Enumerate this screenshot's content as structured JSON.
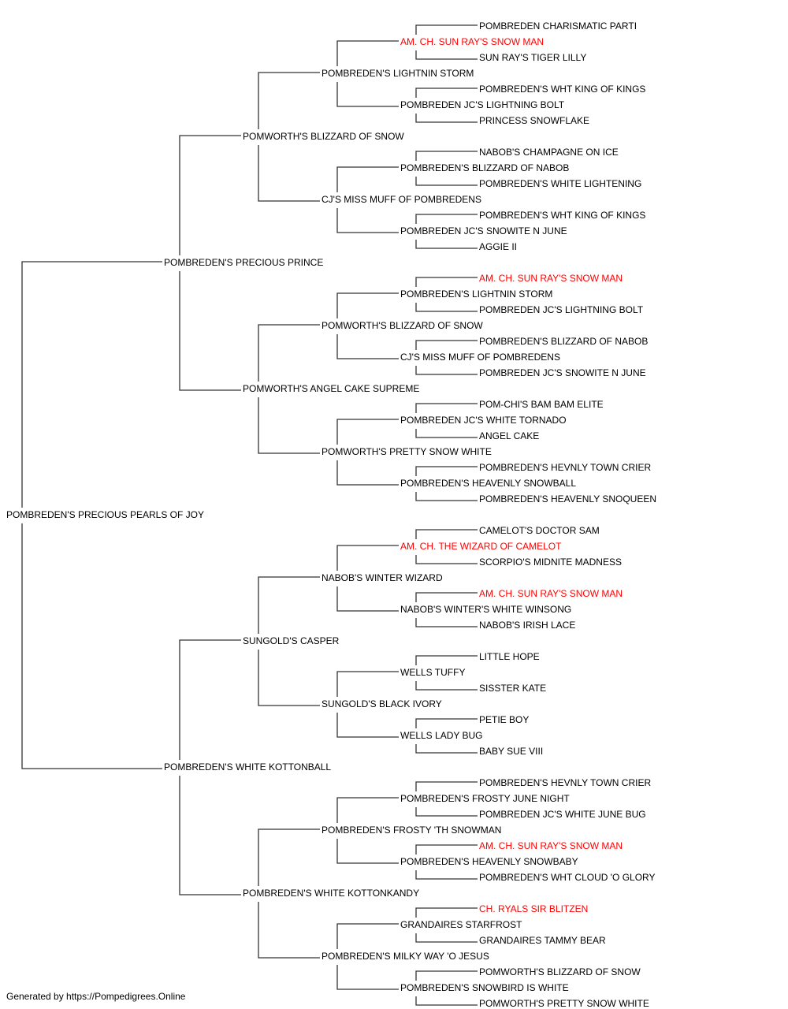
{
  "pedigree": {
    "root": "POMBREDEN'S PRECIOUS PEARLS OF JOY",
    "gen1": [
      "POMBREDEN'S PRECIOUS PRINCE",
      "POMBREDEN'S WHITE KOTTONBALL"
    ],
    "gen2": [
      "POMWORTH'S BLIZZARD OF SNOW",
      "POMWORTH'S ANGEL CAKE SUPREME",
      "SUNGOLD'S CASPER",
      "POMBREDEN'S WHITE KOTTONKANDY"
    ],
    "gen3": [
      "POMBREDEN'S LIGHTNIN STORM",
      "CJ'S MISS MUFF OF POMBREDENS",
      "POMWORTH'S BLIZZARD OF SNOW",
      "POMWORTH'S PRETTY SNOW WHITE",
      "NABOB'S WINTER WIZARD",
      "SUNGOLD'S BLACK IVORY",
      "POMBREDEN'S FROSTY 'TH SNOWMAN",
      "POMBREDEN'S MILKY WAY 'O JESUS"
    ],
    "gen4": [
      {
        "name": "AM. CH. SUN RAY'S SNOW MAN",
        "champion": true
      },
      {
        "name": "POMBREDEN JC'S LIGHTNING BOLT",
        "champion": false
      },
      {
        "name": "POMBREDEN'S BLIZZARD OF NABOB",
        "champion": false
      },
      {
        "name": "POMBREDEN JC'S SNOWITE N JUNE",
        "champion": false
      },
      {
        "name": "POMBREDEN'S LIGHTNIN STORM",
        "champion": false
      },
      {
        "name": "CJ'S MISS MUFF OF POMBREDENS",
        "champion": false
      },
      {
        "name": "POMBREDEN JC'S WHITE TORNADO",
        "champion": false
      },
      {
        "name": "POMBREDEN'S HEAVENLY SNOWBALL",
        "champion": false
      },
      {
        "name": "AM. CH. THE WIZARD OF CAMELOT",
        "champion": true
      },
      {
        "name": "NABOB'S WINTER'S WHITE WINSONG",
        "champion": false
      },
      {
        "name": "WELLS TUFFY",
        "champion": false
      },
      {
        "name": "WELLS LADY BUG",
        "champion": false
      },
      {
        "name": "POMBREDEN'S FROSTY JUNE NIGHT",
        "champion": false
      },
      {
        "name": "POMBREDEN'S HEAVENLY SNOWBABY",
        "champion": false
      },
      {
        "name": "GRANDAIRES STARFROST",
        "champion": false
      },
      {
        "name": "POMBREDEN'S SNOWBIRD IS WHITE",
        "champion": false
      }
    ],
    "gen5": [
      {
        "name": "POMBREDEN CHARISMATIC PARTI",
        "champion": false
      },
      {
        "name": "SUN RAY'S TIGER LILLY",
        "champion": false
      },
      {
        "name": "POMBREDEN'S WHT KING OF KINGS",
        "champion": false
      },
      {
        "name": "PRINCESS SNOWFLAKE",
        "champion": false
      },
      {
        "name": "NABOB'S CHAMPAGNE ON ICE",
        "champion": false
      },
      {
        "name": "POMBREDEN'S WHITE LIGHTENING",
        "champion": false
      },
      {
        "name": "POMBREDEN'S WHT KING OF KINGS",
        "champion": false
      },
      {
        "name": "AGGIE II",
        "champion": false
      },
      {
        "name": "AM. CH. SUN RAY'S SNOW MAN",
        "champion": true
      },
      {
        "name": "POMBREDEN JC'S LIGHTNING BOLT",
        "champion": false
      },
      {
        "name": "POMBREDEN'S BLIZZARD OF NABOB",
        "champion": false
      },
      {
        "name": "POMBREDEN JC'S SNOWITE N JUNE",
        "champion": false
      },
      {
        "name": "POM-CHI'S BAM BAM ELITE",
        "champion": false
      },
      {
        "name": "ANGEL CAKE",
        "champion": false
      },
      {
        "name": "POMBREDEN'S HEVNLY TOWN CRIER",
        "champion": false
      },
      {
        "name": "POMBREDEN'S HEAVENLY SNOQUEEN",
        "champion": false
      },
      {
        "name": "CAMELOT'S DOCTOR SAM",
        "champion": false
      },
      {
        "name": "SCORPIO'S MIDNITE MADNESS",
        "champion": false
      },
      {
        "name": "AM. CH. SUN RAY'S SNOW MAN",
        "champion": true
      },
      {
        "name": "NABOB'S IRISH LACE",
        "champion": false
      },
      {
        "name": "LITTLE HOPE",
        "champion": false
      },
      {
        "name": "SISSTER KATE",
        "champion": false
      },
      {
        "name": "PETIE BOY",
        "champion": false
      },
      {
        "name": "BABY SUE VIII",
        "champion": false
      },
      {
        "name": "POMBREDEN'S HEVNLY TOWN CRIER",
        "champion": false
      },
      {
        "name": "POMBREDEN JC'S WHITE JUNE BUG",
        "champion": false
      },
      {
        "name": "AM. CH. SUN RAY'S SNOW MAN",
        "champion": true
      },
      {
        "name": "POMBREDEN'S WHT CLOUD 'O GLORY",
        "champion": false
      },
      {
        "name": "CH. RYALS SIR BLITZEN",
        "champion": true
      },
      {
        "name": "GRANDAIRES TAMMY BEAR",
        "champion": false
      },
      {
        "name": "POMWORTH'S BLIZZARD OF SNOW",
        "champion": false
      },
      {
        "name": "POMWORTH'S PRETTY SNOW WHITE",
        "champion": false
      }
    ]
  },
  "colors": {
    "champion": "#ff0000",
    "normal": "#000000",
    "line": "#333333"
  },
  "footer": "Generated by https://Pompedigrees.Online"
}
